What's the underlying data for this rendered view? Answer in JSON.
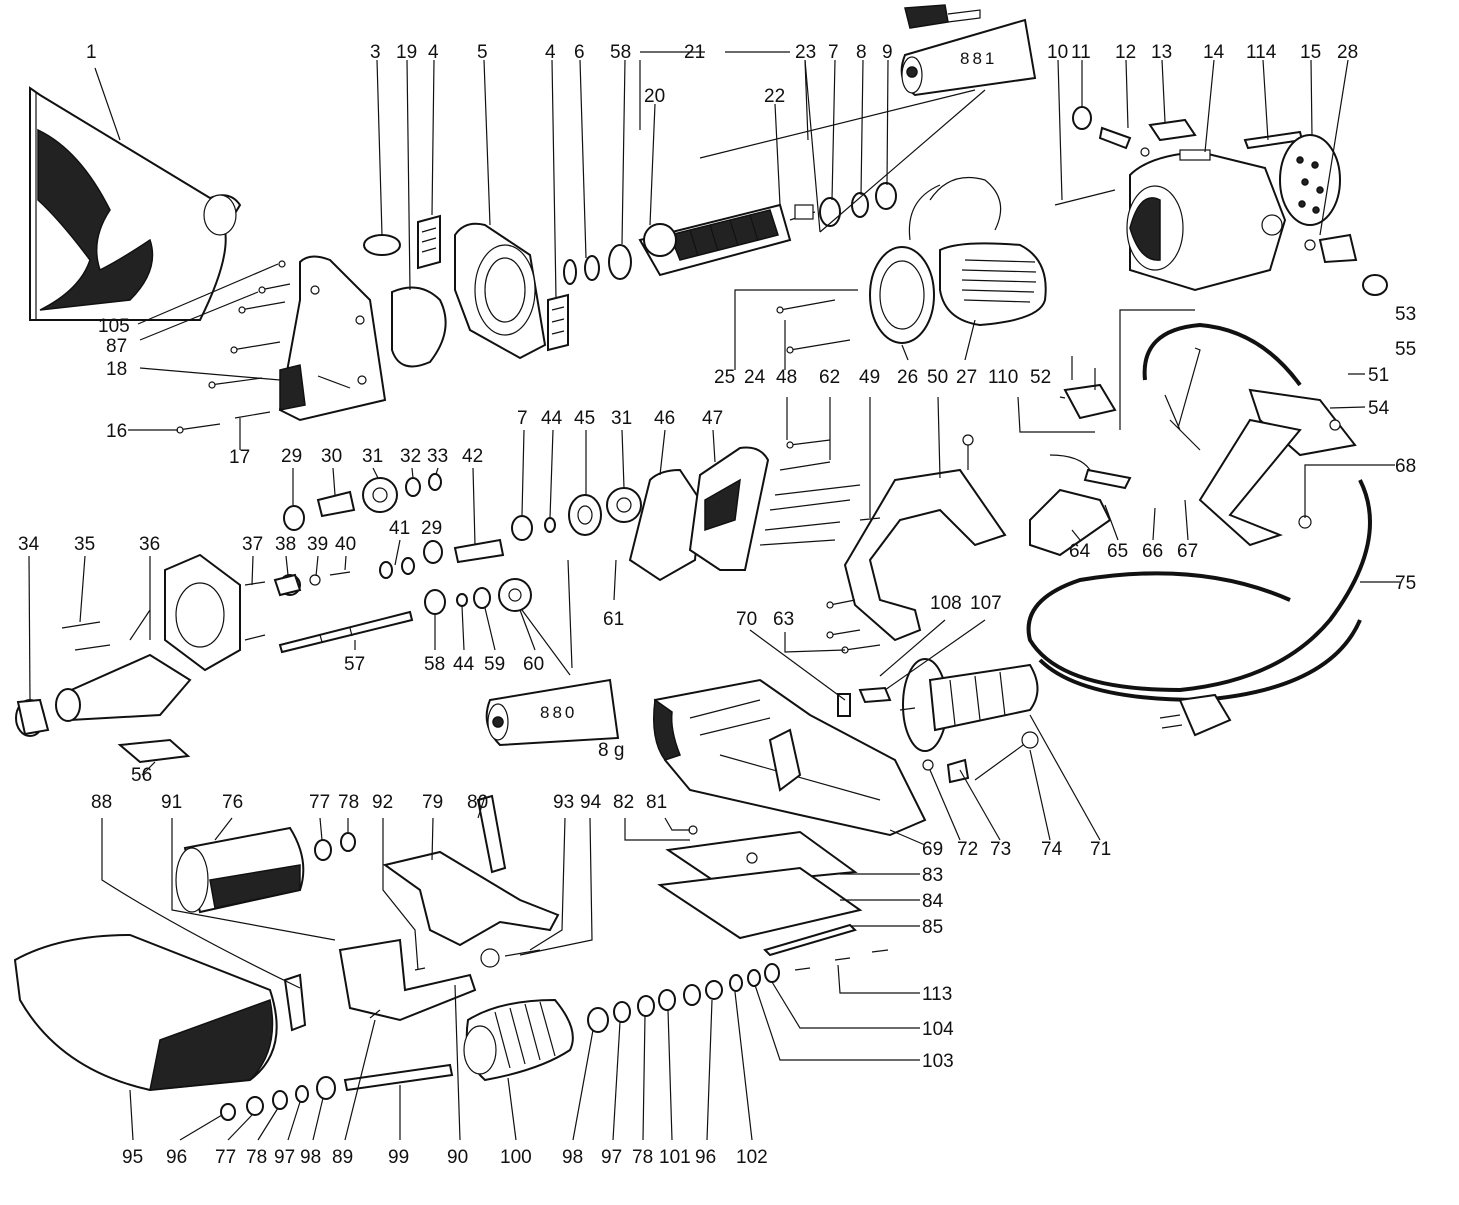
{
  "labels": {
    "n1": "1",
    "n3": "3",
    "n19": "19",
    "n4a": "4",
    "n5": "5",
    "n4b": "4",
    "n6": "6",
    "n58a": "58",
    "n21": "21",
    "n23": "23",
    "n7a": "7",
    "n8": "8",
    "n9": "9",
    "n10": "10",
    "n11": "11",
    "n12": "12",
    "n13": "13",
    "n14": "14",
    "n114": "114",
    "n15": "15",
    "n28": "28",
    "n20": "20",
    "n22": "22",
    "n105": "105",
    "n87": "87",
    "n18": "18",
    "n16": "16",
    "n17": "17",
    "n25": "25",
    "n24": "24",
    "n48": "48",
    "n62": "62",
    "n49": "49",
    "n50": "50",
    "n26": "26",
    "n27": "27",
    "n110": "110",
    "n52": "52",
    "n53": "53",
    "n55": "55",
    "n51": "51",
    "n54": "54",
    "n29a": "29",
    "n30": "30",
    "n31a": "31",
    "n32": "32",
    "n33": "33",
    "n42": "42",
    "n7b": "7",
    "n44a": "44",
    "n45": "45",
    "n31b": "31",
    "n46": "46",
    "n47": "47",
    "n68": "68",
    "n34": "34",
    "n35": "35",
    "n36": "36",
    "n37": "37",
    "n38": "38",
    "n39": "39",
    "n40": "40",
    "n41": "41",
    "n29b": "29",
    "n61": "61",
    "n64": "64",
    "n65": "65",
    "n66": "66",
    "n67": "67",
    "n75": "75",
    "n108": "108",
    "n107": "107",
    "n70": "70",
    "n63": "63",
    "n57": "57",
    "n58b": "58",
    "n44b": "44",
    "n59": "59",
    "n60": "60",
    "n56": "56",
    "n88": "88",
    "n91": "91",
    "n76": "76",
    "n77a": "77",
    "n78a": "78",
    "n92": "92",
    "n79": "79",
    "n80": "80",
    "n93": "93",
    "n94": "94",
    "n82": "82",
    "n81": "81",
    "n69": "69",
    "n72": "72",
    "n73": "73",
    "n74": "74",
    "n71": "71",
    "n83": "83",
    "n84": "84",
    "n85": "85",
    "n113": "113",
    "n104": "104",
    "n103": "103",
    "n95": "95",
    "n96a": "96",
    "n77b": "77",
    "n78b": "78",
    "n97a": "97",
    "n98a": "98",
    "n89": "89",
    "n99": "99",
    "n90": "90",
    "n100": "100",
    "n98b": "98",
    "n97b": "97",
    "n78c": "78",
    "n101": "101",
    "n96b": "96",
    "n102": "102"
  },
  "tube_881": "881",
  "tube_880": "880",
  "grease_8g": "8 g",
  "icons": [
    "dust-bag-icon",
    "grease-tube-icon",
    "brush-icon",
    "armature-icon",
    "motor-housing-icon",
    "power-cable-icon",
    "plug-icon",
    "sanding-belt-icon",
    "roller-icon",
    "handle-icon"
  ]
}
